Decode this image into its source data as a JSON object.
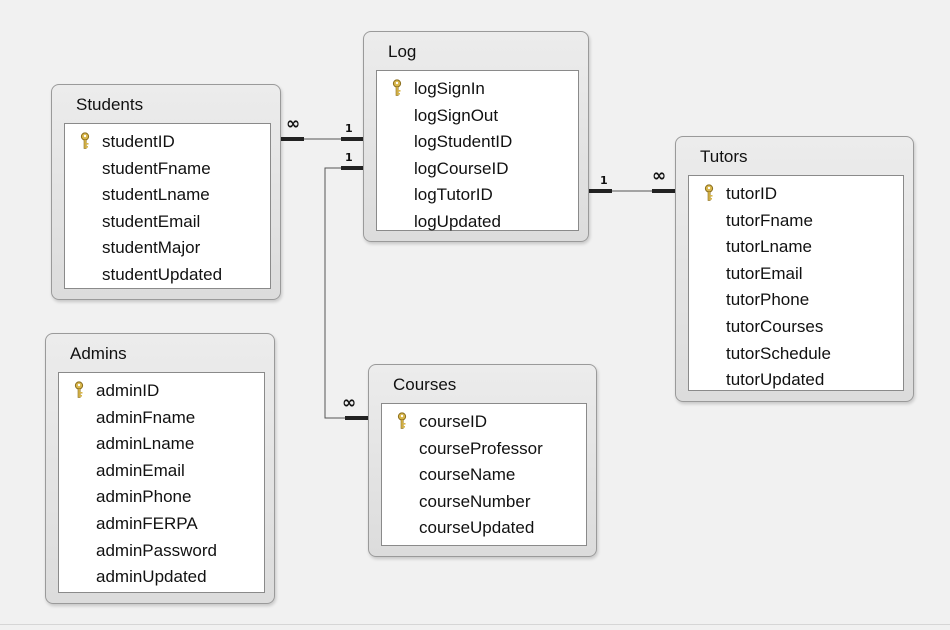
{
  "tables": [
    {
      "id": "students",
      "title": "Students",
      "fields": [
        {
          "name": "studentID",
          "key": true
        },
        {
          "name": "studentFname",
          "key": false
        },
        {
          "name": "studentLname",
          "key": false
        },
        {
          "name": "studentEmail",
          "key": false
        },
        {
          "name": "studentMajor",
          "key": false
        },
        {
          "name": "studentUpdated",
          "key": false
        }
      ]
    },
    {
      "id": "log",
      "title": "Log",
      "fields": [
        {
          "name": "logSignIn",
          "key": true
        },
        {
          "name": "logSignOut",
          "key": false
        },
        {
          "name": "logStudentID",
          "key": false
        },
        {
          "name": "logCourseID",
          "key": false
        },
        {
          "name": "logTutorID",
          "key": false
        },
        {
          "name": "logUpdated",
          "key": false
        }
      ]
    },
    {
      "id": "tutors",
      "title": "Tutors",
      "fields": [
        {
          "name": "tutorID",
          "key": true
        },
        {
          "name": "tutorFname",
          "key": false
        },
        {
          "name": "tutorLname",
          "key": false
        },
        {
          "name": "tutorEmail",
          "key": false
        },
        {
          "name": "tutorPhone",
          "key": false
        },
        {
          "name": "tutorCourses",
          "key": false
        },
        {
          "name": "tutorSchedule",
          "key": false
        },
        {
          "name": "tutorUpdated",
          "key": false
        }
      ]
    },
    {
      "id": "admins",
      "title": "Admins",
      "fields": [
        {
          "name": "adminID",
          "key": true
        },
        {
          "name": "adminFname",
          "key": false
        },
        {
          "name": "adminLname",
          "key": false
        },
        {
          "name": "adminEmail",
          "key": false
        },
        {
          "name": "adminPhone",
          "key": false
        },
        {
          "name": "adminFERPA",
          "key": false
        },
        {
          "name": "adminPassword",
          "key": false
        },
        {
          "name": "adminUpdated",
          "key": false
        }
      ]
    },
    {
      "id": "courses",
      "title": "Courses",
      "fields": [
        {
          "name": "courseID",
          "key": true
        },
        {
          "name": "courseProfessor",
          "key": false
        },
        {
          "name": "courseName",
          "key": false
        },
        {
          "name": "courseNumber",
          "key": false
        },
        {
          "name": "courseUpdated",
          "key": false
        }
      ]
    }
  ],
  "relationships": [
    {
      "from": "students",
      "to": "log",
      "from_card": "∞",
      "to_card": "1"
    },
    {
      "from": "log",
      "to": "tutors",
      "from_card": "1",
      "to_card": "∞"
    },
    {
      "from": "log",
      "to": "courses",
      "from_card": "1",
      "to_card": "∞"
    }
  ],
  "colors": {
    "background": "#f1f1f1",
    "box": "#e4e4e4",
    "line": "#222222",
    "key": "#d8b64a"
  }
}
